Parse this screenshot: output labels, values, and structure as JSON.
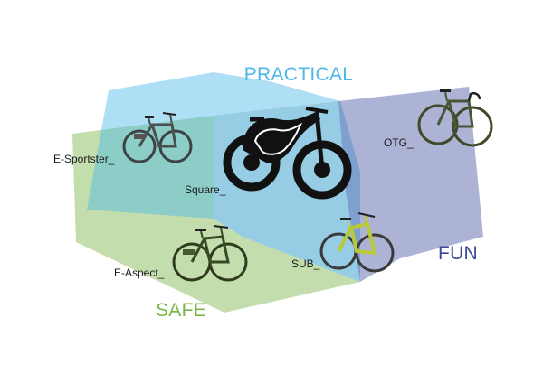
{
  "regions": [
    {
      "key": "practical",
      "label": "PRACTICAL",
      "color": "#4cb8e8"
    },
    {
      "key": "fun",
      "label": "FUN",
      "color": "#3a4a9a"
    },
    {
      "key": "safe",
      "label": "SAFE",
      "color": "#7ab648"
    }
  ],
  "bikes": [
    {
      "key": "e_sportster",
      "label": "E-Sportster_",
      "frame_color": "#4a4f52"
    },
    {
      "key": "square",
      "label": "Square_",
      "frame_color": "#111111"
    },
    {
      "key": "otg",
      "label": "OTG_",
      "frame_color": "#3f4a2a"
    },
    {
      "key": "e_aspect",
      "label": "E-Aspect_",
      "frame_color": "#2f3a1f"
    },
    {
      "key": "sub",
      "label": "SUB_",
      "frame_color": "#b9c93a"
    }
  ]
}
